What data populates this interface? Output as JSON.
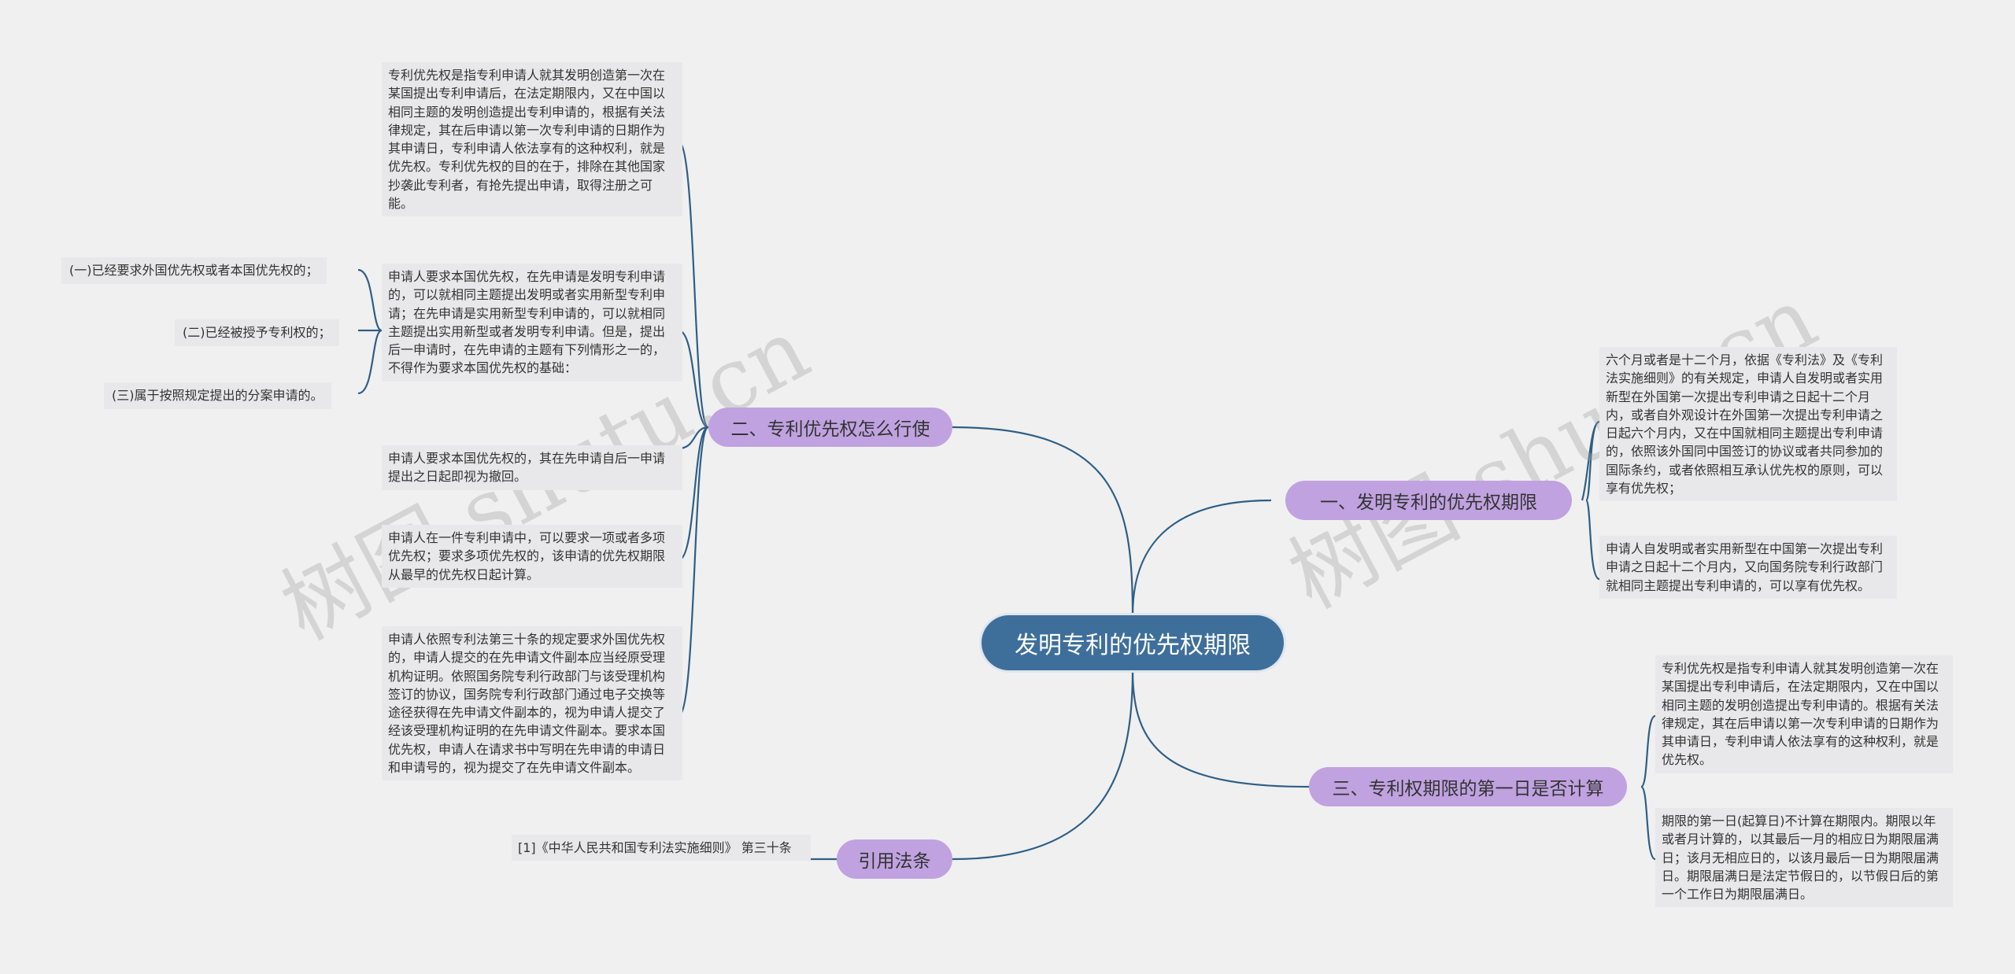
{
  "root": {
    "label": "发明专利的优先权期限"
  },
  "branches": {
    "b1": {
      "label": "一、发明专利的优先权期限"
    },
    "b2": {
      "label": "二、专利优先权怎么行使"
    },
    "b3": {
      "label": "三、专利权期限的第一日是否计算"
    },
    "b4": {
      "label": "引用法条"
    }
  },
  "leaves": {
    "b1_1": "六个月或者是十二个月，依据《专利法》及《专利法实施细则》的有关规定，申请人自发明或者实用新型在外国第一次提出专利申请之日起十二个月内，或者自外观设计在外国第一次提出专利申请之日起六个月内，又在中国就相同主题提出专利申请的，依照该外国同中国签订的协议或者共同参加的国际条约，或者依照相互承认优先权的原则，可以享有优先权；",
    "b1_2": "申请人自发明或者实用新型在中国第一次提出专利申请之日起十二个月内，又向国务院专利行政部门就相同主题提出专利申请的，可以享有优先权。",
    "b2_1": "专利优先权是指专利申请人就其发明创造第一次在某国提出专利申请后，在法定期限内，又在中国以相同主题的发明创造提出专利申请的，根据有关法律规定，其在后申请以第一次专利申请的日期作为其申请日，专利申请人依法享有的这种权利，就是优先权。专利优先权的目的在于，排除在其他国家抄袭此专利者，有抢先提出申请，取得注册之可能。",
    "b2_2": "申请人要求本国优先权，在先申请是发明专利申请的，可以就相同主题提出发明或者实用新型专利申请；在先申请是实用新型专利申请的，可以就相同主题提出实用新型或者发明专利申请。但是，提出后一申请时，在先申请的主题有下列情形之一的，不得作为要求本国优先权的基础：",
    "b2_3": "申请人要求本国优先权的，其在先申请自后一申请提出之日起即视为撤回。",
    "b2_4": "申请人在一件专利申请中，可以要求一项或者多项优先权；要求多项优先权的，该申请的优先权期限从最早的优先权日起计算。",
    "b2_5": "申请人依照专利法第三十条的规定要求外国优先权的，申请人提交的在先申请文件副本应当经原受理机构证明。依照国务院专利行政部门与该受理机构签订的协议，国务院专利行政部门通过电子交换等途径获得在先申请文件副本的，视为申请人提交了经该受理机构证明的在先申请文件副本。要求本国优先权，申请人在请求书中写明在先申请的申请日和申请号的，视为提交了在先申请文件副本。",
    "b2_2a": "(一)已经要求外国优先权或者本国优先权的；",
    "b2_2b": "(二)已经被授予专利权的；",
    "b2_2c": "(三)属于按照规定提出的分案申请的。",
    "b3_1": "专利优先权是指专利申请人就其发明创造第一次在某国提出专利申请后，在法定期限内，又在中国以相同主题的发明创造提出专利申请的。根据有关法律规定，其在后申请以第一次专利申请的日期作为其申请日，专利申请人依法享有的这种权利，就是优先权。",
    "b3_2": "期限的第一日(起算日)不计算在期限内。期限以年或者月计算的，以其最后一月的相应日为期限届满日；该月无相应日的，以该月最后一日为期限届满日。期限届满日是法定节假日的，以节假日后的第一个工作日为期限届满日。",
    "b4_1": "[1]《中华人民共和国专利法实施细则》 第三十条"
  },
  "watermark": {
    "text1": "树图 shutu.cn",
    "text2": "树图 shutu.cn"
  },
  "colors": {
    "root": "#3e6f9b",
    "branch": "#c0a2e0",
    "leaf": "#e8e8ea",
    "line": "#2f5f86",
    "background": "#f0f0f1"
  }
}
